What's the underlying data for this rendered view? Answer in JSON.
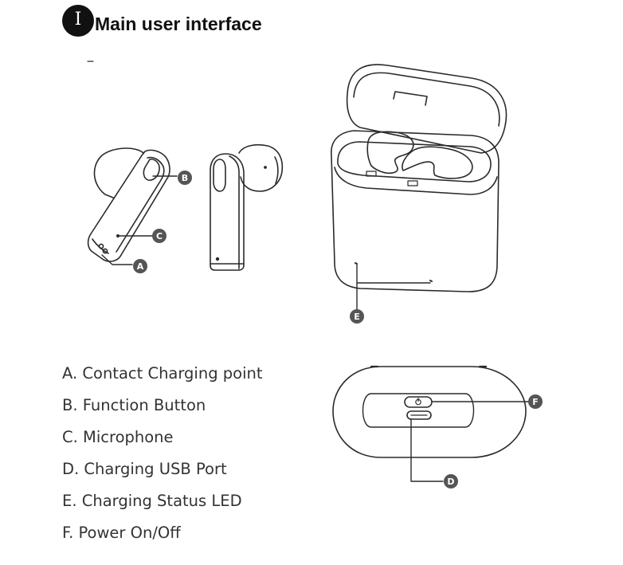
{
  "heading": {
    "numeral": "I",
    "title": "Main user interface"
  },
  "labels": {
    "a": "A",
    "b": "B",
    "c": "C",
    "d": "D",
    "e": "E",
    "f": "F"
  },
  "legend": [
    "A. Contact Charging point",
    "B. Function Button",
    "C. Microphone",
    "D. Charging USB Port",
    "E. Charging Status LED",
    "F. Power On/Off"
  ],
  "colors": {
    "line": "#2a2a2a",
    "badge": "#555555"
  }
}
